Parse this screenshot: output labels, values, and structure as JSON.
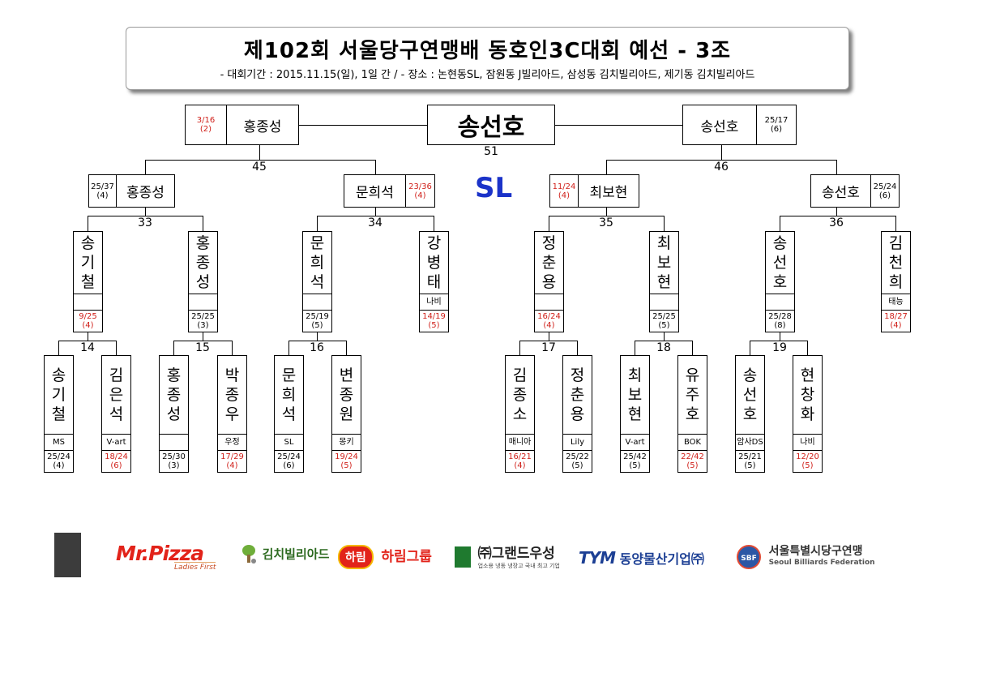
{
  "header": {
    "title": "제102회 서울당구연맹배 동호인3C대회 예선 - 3조",
    "subtitle": "- 대회기간 : 2015.11.15(일), 1일 간 / - 장소 : 논현동SL, 잠원동 J빌리아드, 삼성동 김치빌리아드, 제기동 김치빌리아드"
  },
  "venue_label": "SL",
  "final": {
    "winner": "송선호",
    "match_no": "51",
    "left": {
      "name": "홍종성",
      "score": "3/16",
      "sub": "(2)"
    },
    "right": {
      "name": "송선호",
      "score": "25/17",
      "sub": "(6)"
    }
  },
  "semis": {
    "left_match_no": "45",
    "right_match_no": "46",
    "a": {
      "name": "홍종성",
      "score": "25/37",
      "sub": "(4)"
    },
    "b": {
      "name": "문희석",
      "score": "23/36",
      "sub": "(4)"
    },
    "c": {
      "name": "최보현",
      "score": "11/24",
      "sub": "(4)"
    },
    "d": {
      "name": "송선호",
      "score": "25/24",
      "sub": "(6)"
    }
  },
  "quarter_match_nos": [
    "33",
    "34",
    "35",
    "36"
  ],
  "quarters": [
    {
      "chars": [
        "송",
        "기",
        "철"
      ],
      "club": "",
      "score": "9/25",
      "sub": "(4)",
      "red": true
    },
    {
      "chars": [
        "홍",
        "종",
        "성"
      ],
      "club": "",
      "score": "25/25",
      "sub": "(3)",
      "red": false
    },
    {
      "chars": [
        "문",
        "희",
        "석"
      ],
      "club": "",
      "score": "25/19",
      "sub": "(5)",
      "red": false
    },
    {
      "chars": [
        "강",
        "병",
        "태"
      ],
      "club": "나비",
      "score": "14/19",
      "sub": "(5)",
      "red": true
    },
    {
      "chars": [
        "정",
        "춘",
        "용"
      ],
      "club": "",
      "score": "16/24",
      "sub": "(4)",
      "red": true
    },
    {
      "chars": [
        "최",
        "보",
        "현"
      ],
      "club": "",
      "score": "25/25",
      "sub": "(5)",
      "red": false
    },
    {
      "chars": [
        "송",
        "선",
        "호"
      ],
      "club": "",
      "score": "25/28",
      "sub": "(8)",
      "red": false
    },
    {
      "chars": [
        "김",
        "천",
        "희"
      ],
      "club": "태능",
      "score": "18/27",
      "sub": "(4)",
      "red": true
    }
  ],
  "first_match_nos": [
    "14",
    "15",
    "16",
    "17",
    "18",
    "19"
  ],
  "first_round": [
    {
      "chars": [
        "송",
        "기",
        "철"
      ],
      "club": "MS",
      "score": "25/24",
      "sub": "(4)",
      "red": false
    },
    {
      "chars": [
        "김",
        "은",
        "석"
      ],
      "club": "V-art",
      "score": "18/24",
      "sub": "(6)",
      "red": true
    },
    {
      "chars": [
        "홍",
        "종",
        "성"
      ],
      "club": "",
      "score": "25/30",
      "sub": "(3)",
      "red": false
    },
    {
      "chars": [
        "박",
        "종",
        "우"
      ],
      "club": "우정",
      "score": "17/29",
      "sub": "(4)",
      "red": true
    },
    {
      "chars": [
        "문",
        "희",
        "석"
      ],
      "club": "SL",
      "score": "25/24",
      "sub": "(6)",
      "red": false
    },
    {
      "chars": [
        "변",
        "종",
        "원"
      ],
      "club": "몽키",
      "score": "19/24",
      "sub": "(5)",
      "red": true
    },
    {
      "chars": [
        "김",
        "종",
        "소"
      ],
      "club": "매니아",
      "score": "16/21",
      "sub": "(4)",
      "red": true
    },
    {
      "chars": [
        "정",
        "춘",
        "용"
      ],
      "club": "Lily",
      "score": "25/22",
      "sub": "(5)",
      "red": false
    },
    {
      "chars": [
        "최",
        "보",
        "현"
      ],
      "club": "V-art",
      "score": "25/42",
      "sub": "(5)",
      "red": false
    },
    {
      "chars": [
        "유",
        "주",
        "호"
      ],
      "club": "BOK",
      "score": "22/42",
      "sub": "(5)",
      "red": true
    },
    {
      "chars": [
        "송",
        "선",
        "호"
      ],
      "club": "암사DS",
      "score": "25/21",
      "sub": "(5)",
      "red": false
    },
    {
      "chars": [
        "현",
        "창",
        "화"
      ],
      "club": "나비",
      "score": "12/20",
      "sub": "(5)",
      "red": true
    }
  ],
  "sponsors": {
    "mrpizza": "Mr.Pizza",
    "mrpizza_sub": "Ladies First",
    "kimchi": "김치빌리아드",
    "harim_badge": "하림",
    "harim": "하림그룹",
    "grand": "㈜그랜드우성",
    "grand_sub": "업소용 냉동 냉장고 국내 최고 기업",
    "dongyang_mark": "TYM",
    "dongyang": "동양물산기업㈜",
    "sbf_badge": "SBF",
    "sbf": "서울특별시당구연맹",
    "sbf_sub": "Seoul Billiards Federation"
  },
  "colors": {
    "loss_score": "#d0201a",
    "venue": "#1b33c9",
    "mrpizza": "#e2231a",
    "harim": "#e2231a",
    "dongyang": "#1c3f94",
    "grand": "#1f7a2f"
  }
}
